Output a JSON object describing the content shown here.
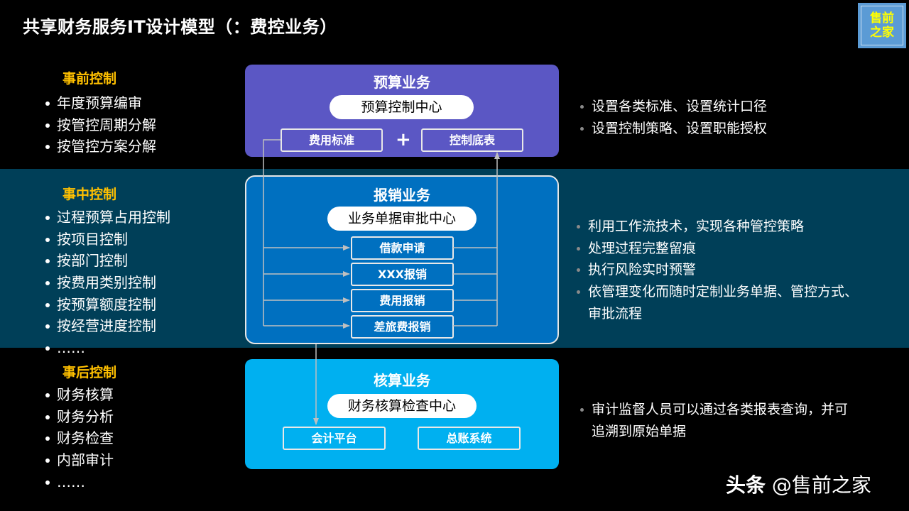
{
  "title": "共享财务服务IT设计模型（：费控业务）",
  "logo": {
    "line1": "售前",
    "line2": "之家"
  },
  "left": {
    "pre": {
      "heading": "事前控制",
      "items": [
        "年度预算编审",
        "按管控周期分解",
        "按管控方案分解"
      ]
    },
    "mid": {
      "heading": "事中控制",
      "items": [
        "过程预算占用控制",
        "按项目控制",
        "按部门控制",
        "按费用类别控制",
        "按预算额度控制",
        "按经营进度控制",
        "……"
      ]
    },
    "post": {
      "heading": "事后控制",
      "items": [
        "财务核算",
        "财务分析",
        "财务检查",
        "内部审计",
        "……"
      ]
    }
  },
  "panels": {
    "budget": {
      "title": "预算业务",
      "center": "预算控制中心",
      "box_left": "费用标准",
      "plus": "+",
      "box_right": "控制底表"
    },
    "expense": {
      "title": "报销业务",
      "center": "业务单据审批中心",
      "items": [
        "借款申请",
        "XXX报销",
        "费用报销",
        "差旅费报销"
      ]
    },
    "accounting": {
      "title": "核算业务",
      "center": "财务核算检查中心",
      "box_left": "会计平台",
      "box_right": "总账系统"
    }
  },
  "right": {
    "budget": [
      "设置各类标准、设置统计口径",
      "设置控制策略、设置职能授权"
    ],
    "expense": [
      "利用工作流技术，实现各种管控策略",
      "处理过程完整留痕",
      "执行风险实时预警",
      "依管理变化而随时定制业务单据、管控方式、审批流程"
    ],
    "accounting": [
      "审计监督人员可以通过各类报表查询，并可追溯到原始单据"
    ]
  },
  "footer": {
    "brand": "头条",
    "handle": "@售前之家"
  },
  "colors": {
    "budget": "#5b57c4",
    "expense": "#0070c0",
    "accounting": "#00b0f0",
    "band": "#003f58",
    "heading": "#ffc000"
  }
}
